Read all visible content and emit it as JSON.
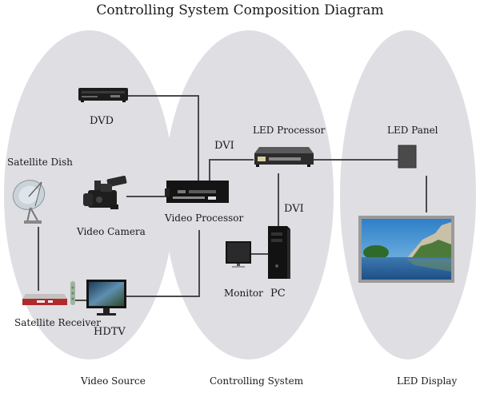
{
  "title": "Controlling System Composition Diagram",
  "groups": [
    {
      "label": "Video Source"
    },
    {
      "label": "Controlling System"
    },
    {
      "label": "LED Display"
    }
  ],
  "devices": {
    "dvd": "DVD",
    "satellite_dish": "Satellite Dish",
    "video_camera": "Video Camera",
    "satellite_receiver": "Satellite Receiver",
    "hdtv": "HDTV",
    "video_processor": "Video Processor",
    "led_processor": "LED Processor",
    "monitor": "Monitor",
    "pc": "PC",
    "led_panel": "LED Panel"
  },
  "connection_labels": {
    "dvi_video_to_led": "DVI",
    "dvi_led_to_pc": "DVI"
  },
  "colors": {
    "ellipse_fill": "#dedee3",
    "line": "#4a4a4a",
    "receiver_red": "#b02a2a"
  }
}
